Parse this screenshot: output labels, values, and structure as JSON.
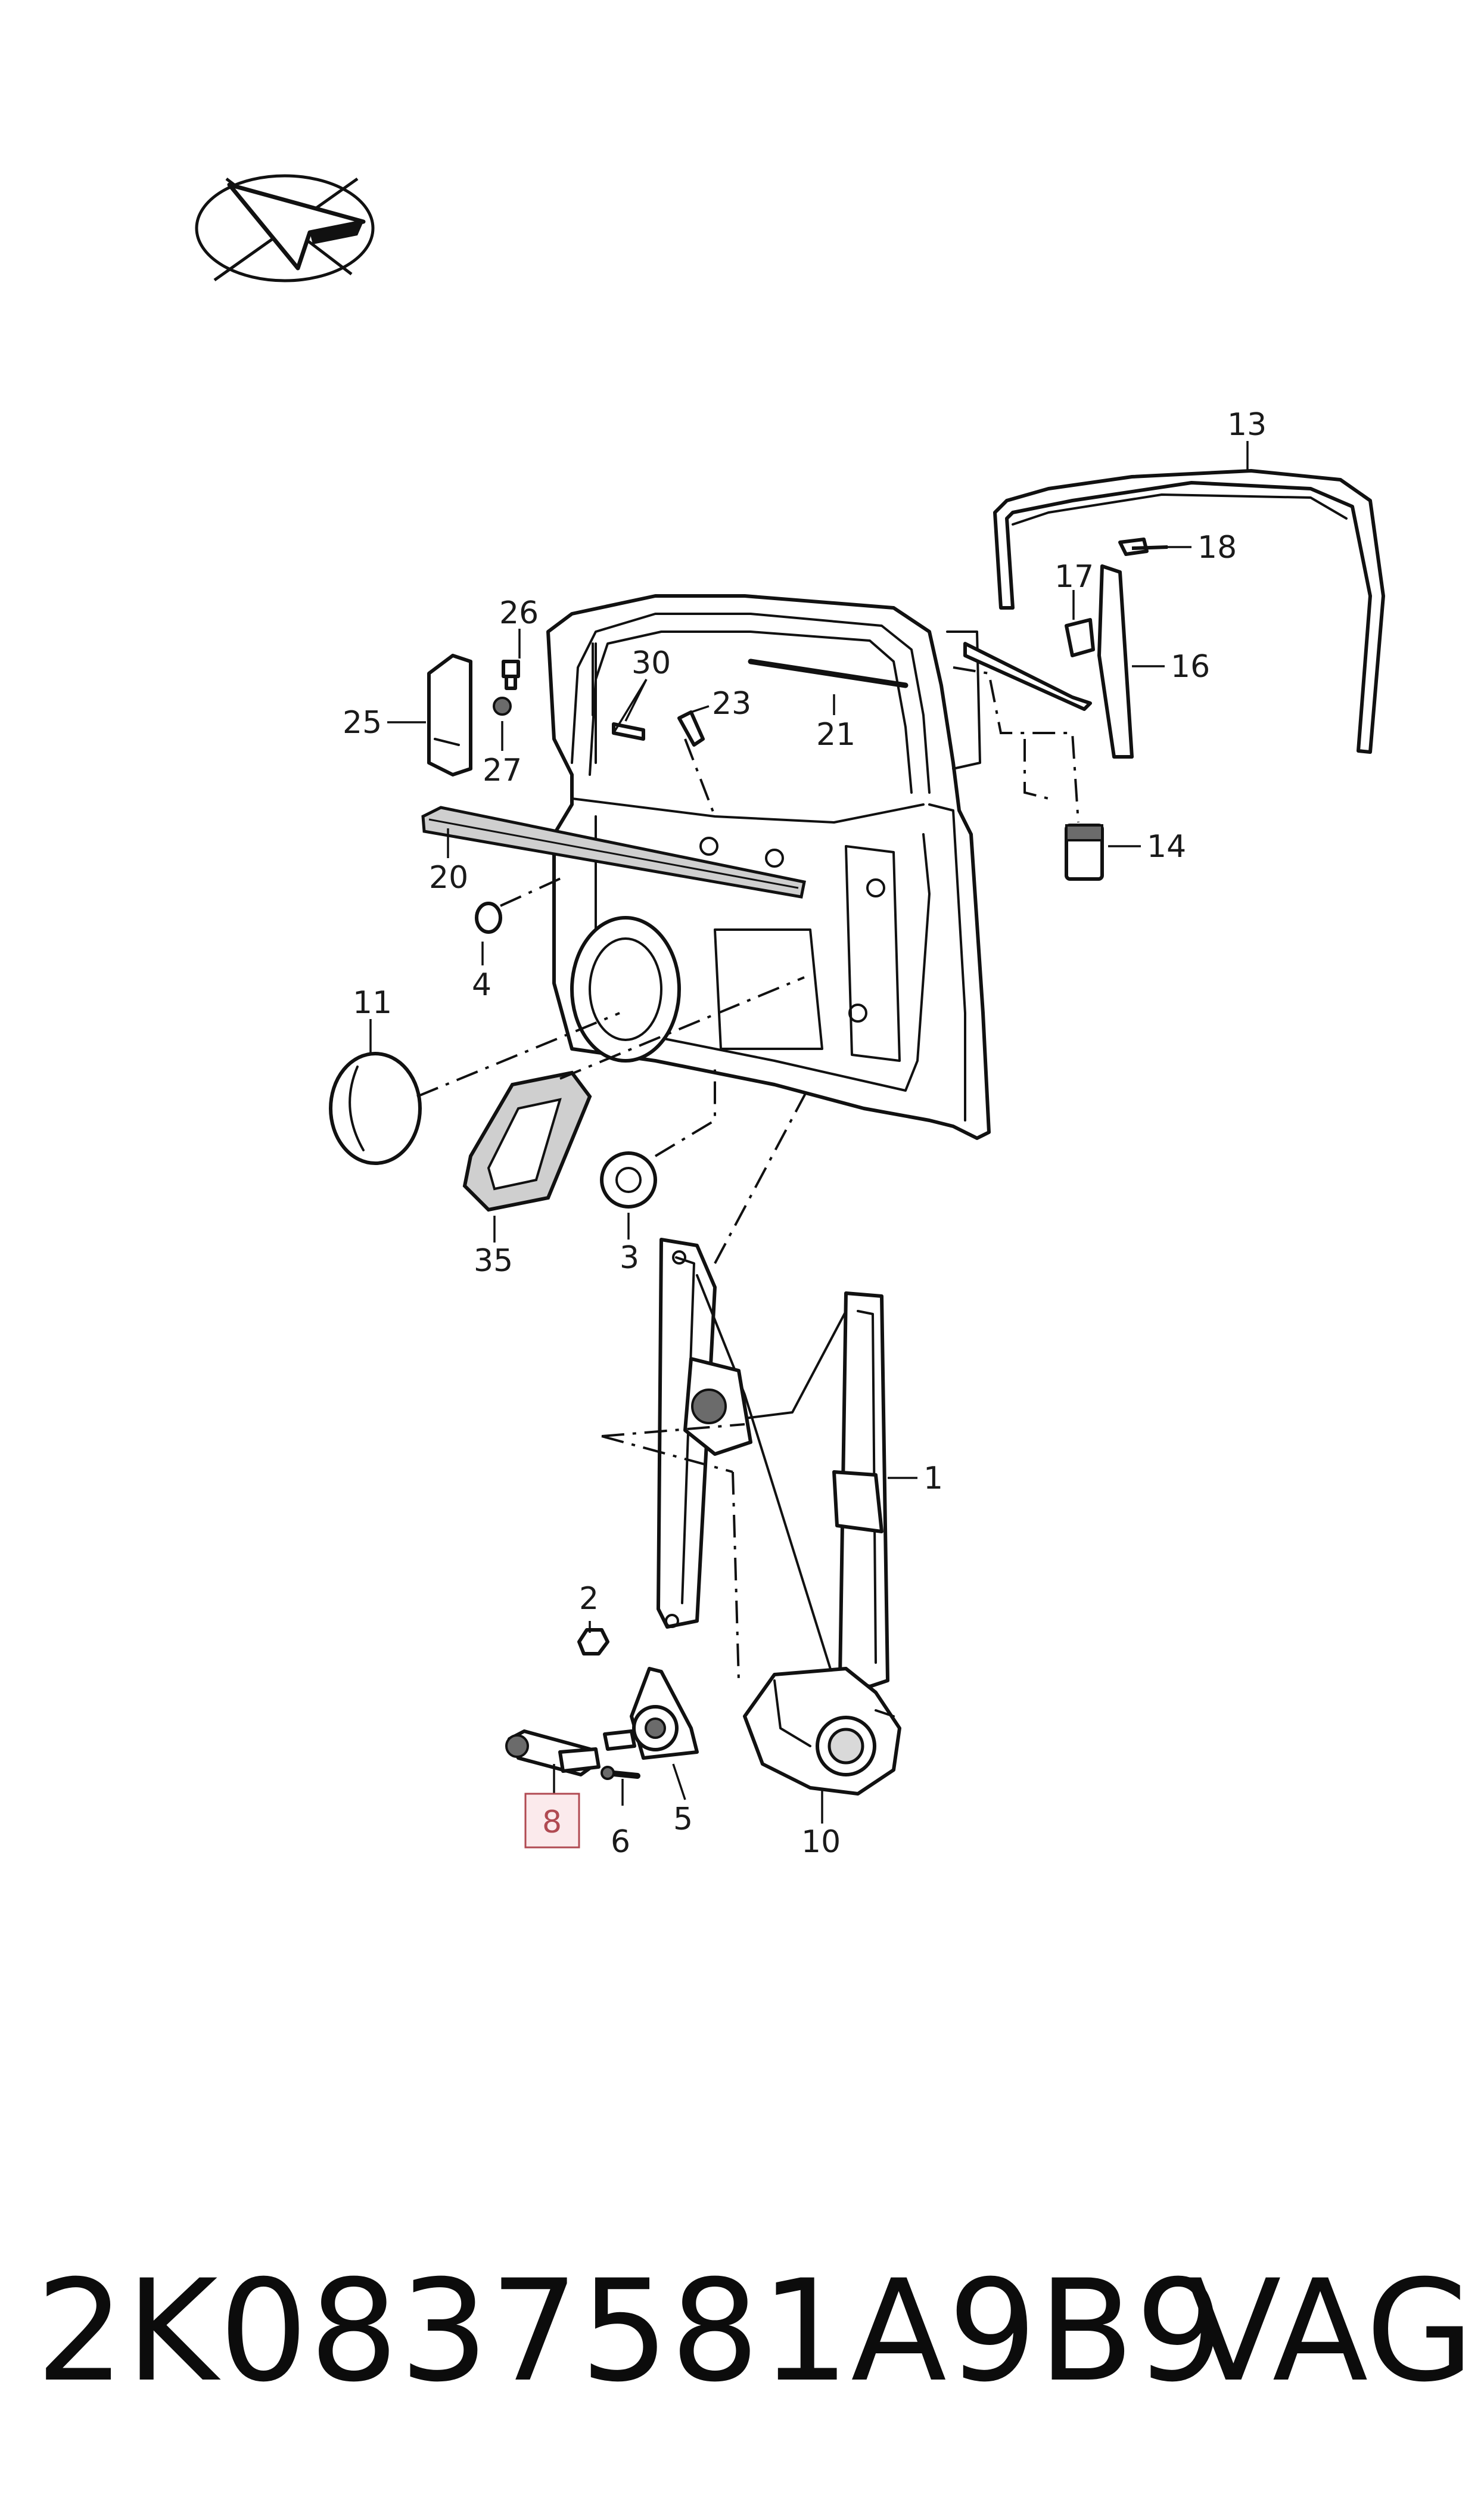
{
  "callouts": {
    "c1": "1",
    "c2": "2",
    "c3": "3",
    "c4": "4",
    "c5": "5",
    "c6": "6",
    "c8": "8",
    "c10": "10",
    "c11": "11",
    "c13": "13",
    "c14": "14",
    "c16": "16",
    "c17": "17",
    "c18": "18",
    "c20": "20",
    "c21": "21",
    "c23": "23",
    "c25": "25",
    "c26": "26",
    "c27": "27",
    "c30": "30",
    "c35": "35"
  },
  "highlighted_callout": "8",
  "highlight_color": "#b04a52",
  "footer": {
    "part_number": "2K0837581A9B9",
    "brand": "VAG"
  }
}
